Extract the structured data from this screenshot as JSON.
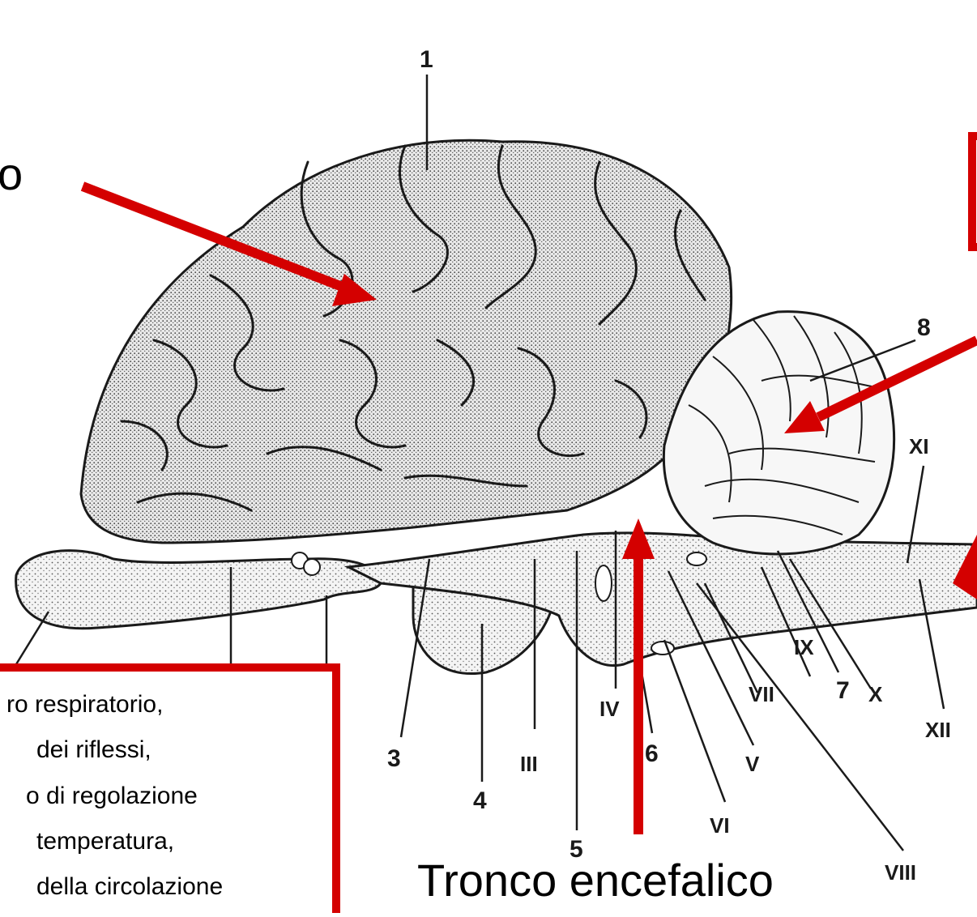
{
  "diagram": {
    "partial_label_left": "o",
    "brainstem_caption": "Tronco encefalico",
    "info_box_lines": [
      "ro respiratorio,",
      "dei riflessi,",
      "o di regolazione",
      "temperatura,",
      "della circolazione"
    ],
    "number_labels": [
      "1",
      "3",
      "4",
      "5",
      "6",
      "7",
      "8"
    ],
    "nerve_labels": [
      "III",
      "IV",
      "V",
      "VI",
      "VII",
      "VIII",
      "IX",
      "X",
      "XI",
      "XII"
    ],
    "colors": {
      "arrow": "#d40000",
      "box_border": "#d40000",
      "ink": "#1a1a1a",
      "brain_fill": "#e2e2e2"
    }
  }
}
